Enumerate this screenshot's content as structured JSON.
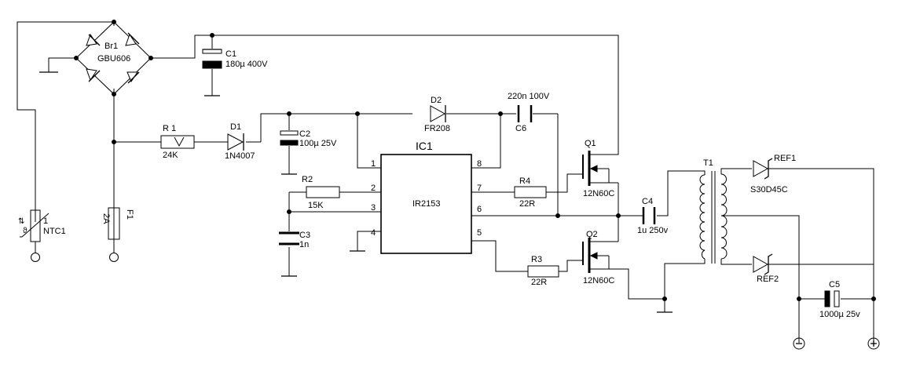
{
  "components": {
    "bridge": {
      "ref": "Br1",
      "value": "GBU606"
    },
    "c1": {
      "ref": "C1",
      "value": "180µ  400V"
    },
    "r1": {
      "ref": "R 1",
      "value": "24K"
    },
    "d1": {
      "ref": "D1",
      "value": "1N4007"
    },
    "c2": {
      "ref": "C2",
      "value": "100µ 25V"
    },
    "d2": {
      "ref": "D2",
      "value": "FR208"
    },
    "c6": {
      "ref": "C6",
      "value": "220n 100V"
    },
    "ic1": {
      "ref": "IC1",
      "value": "IR2153",
      "pins": [
        "1",
        "2",
        "3",
        "4",
        "5",
        "6",
        "7",
        "8"
      ]
    },
    "r2": {
      "ref": "R2",
      "value": "15K"
    },
    "c3": {
      "ref": "C3",
      "value": "1n"
    },
    "r4": {
      "ref": "R4",
      "value": "22R"
    },
    "r3": {
      "ref": "R3",
      "value": "22R"
    },
    "q1": {
      "ref": "Q1",
      "value": "12N60C"
    },
    "q2": {
      "ref": "Q2",
      "value": "12N60C"
    },
    "c4": {
      "ref": "C4",
      "value": "1u 250v"
    },
    "t1": {
      "ref": "T1"
    },
    "ref1": {
      "ref": "REF1",
      "value": "S30D45C"
    },
    "ref2": {
      "ref": "REF2"
    },
    "c5": {
      "ref": "C5",
      "value": "1000µ 25v"
    },
    "f1": {
      "ref": "F1",
      "value": "2A"
    },
    "ntc1": {
      "ref": "NTC1",
      "value": "1"
    }
  }
}
